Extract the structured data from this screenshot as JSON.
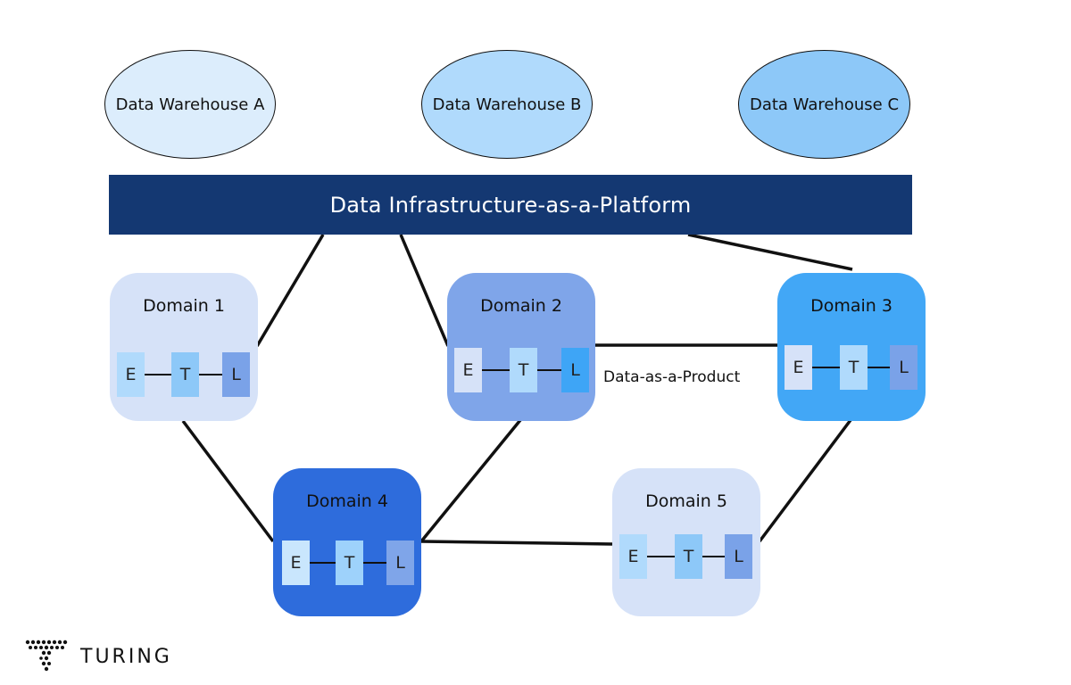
{
  "warehouses": [
    {
      "label": "Data Warehouse A",
      "color": "#dcedfc"
    },
    {
      "label": "Data Warehouse B",
      "color": "#b0dafc"
    },
    {
      "label": "Data Warehouse C",
      "color": "#8dc8f8"
    }
  ],
  "platform": {
    "label": "Data Infrastructure-as-a-Platform",
    "color": "#143872"
  },
  "domains": [
    {
      "title": "Domain 1",
      "color": "#d6e2f8",
      "etl": [
        "E",
        "T",
        "L"
      ],
      "etl_colors": [
        "#b0dafc",
        "#8dc8f8",
        "#7aa2e8"
      ]
    },
    {
      "title": "Domain 2",
      "color": "#7fa5e9",
      "etl": [
        "E",
        "T",
        "L"
      ],
      "etl_colors": [
        "#d6e2f8",
        "#b0dafc",
        "#3ea5f6"
      ]
    },
    {
      "title": "Domain 3",
      "color": "#42a7f6",
      "etl": [
        "E",
        "T",
        "L"
      ],
      "etl_colors": [
        "#d6e2f8",
        "#b0dafc",
        "#7aa2e8"
      ]
    },
    {
      "title": "Domain 4",
      "color": "#2e6cdc",
      "etl": [
        "E",
        "T",
        "L"
      ],
      "etl_colors": [
        "#c9e6fd",
        "#9ed2fb",
        "#7fa5e9"
      ]
    },
    {
      "title": "Domain 5",
      "color": "#d6e2f8",
      "etl": [
        "E",
        "T",
        "L"
      ],
      "etl_colors": [
        "#b0dafc",
        "#8dc8f8",
        "#7aa2e8"
      ]
    }
  ],
  "product_label": "Data-as-a-Product",
  "logo": {
    "text": "TURING"
  }
}
